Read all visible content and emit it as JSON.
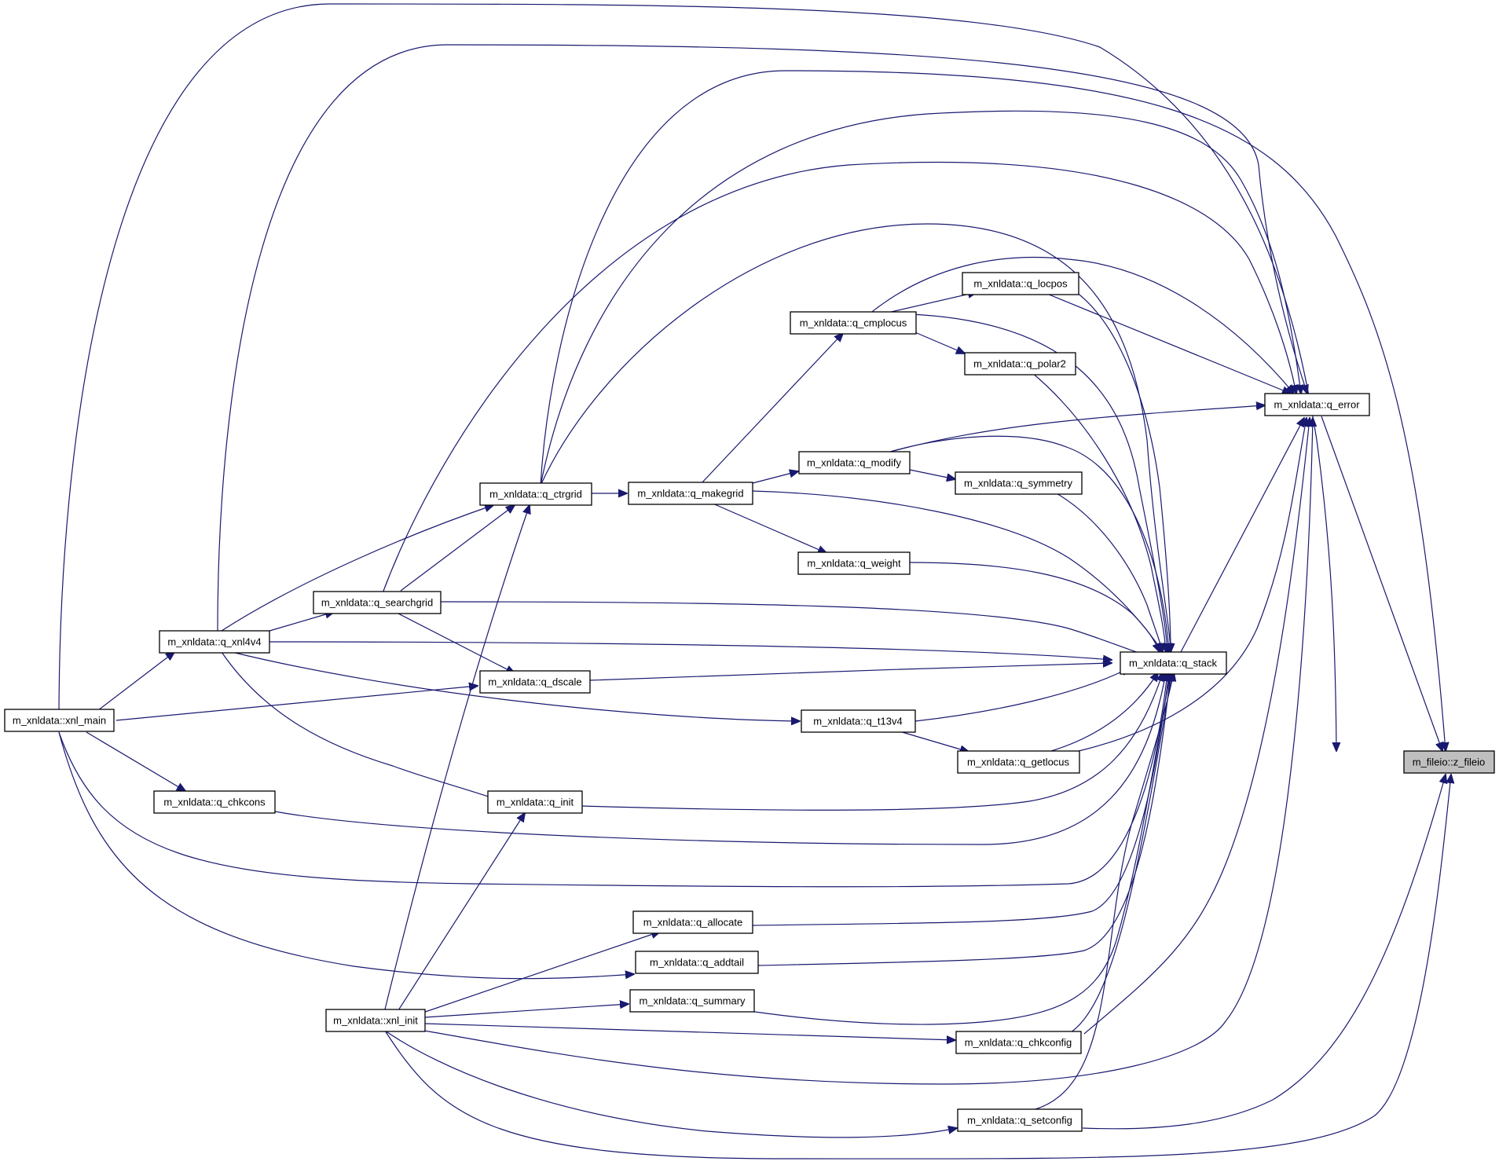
{
  "nodes": [
    {
      "id": "xnl_main",
      "label": "m_xnldata::xnl_main"
    },
    {
      "id": "q_xnl4v4",
      "label": "m_xnldata::q_xnl4v4"
    },
    {
      "id": "q_chkcons",
      "label": "m_xnldata::q_chkcons"
    },
    {
      "id": "q_searchgrid",
      "label": "m_xnldata::q_searchgrid"
    },
    {
      "id": "xnl_init",
      "label": "m_xnldata::xnl_init"
    },
    {
      "id": "q_ctrgrid",
      "label": "m_xnldata::q_ctrgrid"
    },
    {
      "id": "q_dscale",
      "label": "m_xnldata::q_dscale"
    },
    {
      "id": "q_init",
      "label": "m_xnldata::q_init"
    },
    {
      "id": "q_makegrid",
      "label": "m_xnldata::q_makegrid"
    },
    {
      "id": "q_allocate",
      "label": "m_xnldata::q_allocate"
    },
    {
      "id": "q_addtail",
      "label": "m_xnldata::q_addtail"
    },
    {
      "id": "q_summary",
      "label": "m_xnldata::q_summary"
    },
    {
      "id": "q_cmplocus",
      "label": "m_xnldata::q_cmplocus"
    },
    {
      "id": "q_modify",
      "label": "m_xnldata::q_modify"
    },
    {
      "id": "q_weight",
      "label": "m_xnldata::q_weight"
    },
    {
      "id": "q_t13v4",
      "label": "m_xnldata::q_t13v4"
    },
    {
      "id": "q_locpos",
      "label": "m_xnldata::q_locpos"
    },
    {
      "id": "q_polar2",
      "label": "m_xnldata::q_polar2"
    },
    {
      "id": "q_symmetry",
      "label": "m_xnldata::q_symmetry"
    },
    {
      "id": "q_getlocus",
      "label": "m_xnldata::q_getlocus"
    },
    {
      "id": "q_chkconfig",
      "label": "m_xnldata::q_chkconfig"
    },
    {
      "id": "q_setconfig",
      "label": "m_xnldata::q_setconfig"
    },
    {
      "id": "q_stack",
      "label": "m_xnldata::q_stack"
    },
    {
      "id": "q_error",
      "label": "m_xnldata::q_error"
    },
    {
      "id": "z_fileio",
      "label": "m_fileio::z_fileio",
      "selected": true
    }
  ],
  "edges": [
    {
      "from": "xnl_main",
      "to": "z_fileio"
    },
    {
      "from": "xnl_main",
      "to": "q_xnl4v4"
    },
    {
      "from": "xnl_main",
      "to": "q_dscale"
    },
    {
      "from": "xnl_main",
      "to": "q_chkcons"
    },
    {
      "from": "xnl_main",
      "to": "q_stack"
    },
    {
      "from": "xnl_main",
      "to": "q_addtail"
    },
    {
      "from": "q_xnl4v4",
      "to": "q_error"
    },
    {
      "from": "q_xnl4v4",
      "to": "q_ctrgrid"
    },
    {
      "from": "q_xnl4v4",
      "to": "q_searchgrid"
    },
    {
      "from": "q_xnl4v4",
      "to": "q_stack"
    },
    {
      "from": "q_xnl4v4",
      "to": "q_t13v4"
    },
    {
      "from": "q_xnl4v4",
      "to": "q_init"
    },
    {
      "from": "q_searchgrid",
      "to": "q_error"
    },
    {
      "from": "q_searchgrid",
      "to": "q_ctrgrid"
    },
    {
      "from": "q_searchgrid",
      "to": "q_dscale"
    },
    {
      "from": "q_searchgrid",
      "to": "q_stack"
    },
    {
      "from": "q_ctrgrid",
      "to": "z_fileio"
    },
    {
      "from": "q_ctrgrid",
      "to": "q_error"
    },
    {
      "from": "q_ctrgrid",
      "to": "q_stack"
    },
    {
      "from": "q_ctrgrid",
      "to": "q_makegrid"
    },
    {
      "from": "q_dscale",
      "to": "q_stack"
    },
    {
      "from": "q_chkcons",
      "to": "q_stack"
    },
    {
      "from": "q_init",
      "to": "q_stack"
    },
    {
      "from": "xnl_init",
      "to": "q_ctrgrid"
    },
    {
      "from": "xnl_init",
      "to": "q_init"
    },
    {
      "from": "xnl_init",
      "to": "q_allocate"
    },
    {
      "from": "xnl_init",
      "to": "q_summary"
    },
    {
      "from": "xnl_init",
      "to": "q_chkconfig"
    },
    {
      "from": "xnl_init",
      "to": "q_error"
    },
    {
      "from": "xnl_init",
      "to": "q_setconfig"
    },
    {
      "from": "xnl_init",
      "to": "z_fileio"
    },
    {
      "from": "q_makegrid",
      "to": "q_cmplocus"
    },
    {
      "from": "q_makegrid",
      "to": "q_modify"
    },
    {
      "from": "q_makegrid",
      "to": "q_weight"
    },
    {
      "from": "q_makegrid",
      "to": "q_stack"
    },
    {
      "from": "q_cmplocus",
      "to": "q_locpos"
    },
    {
      "from": "q_cmplocus",
      "to": "q_polar2"
    },
    {
      "from": "q_cmplocus",
      "to": "q_error"
    },
    {
      "from": "q_cmplocus",
      "to": "q_stack"
    },
    {
      "from": "q_locpos",
      "to": "q_error"
    },
    {
      "from": "q_locpos",
      "to": "q_stack"
    },
    {
      "from": "q_polar2",
      "to": "q_stack"
    },
    {
      "from": "q_modify",
      "to": "q_symmetry"
    },
    {
      "from": "q_modify",
      "to": "q_error"
    },
    {
      "from": "q_modify",
      "to": "q_stack"
    },
    {
      "from": "q_symmetry",
      "to": "q_stack"
    },
    {
      "from": "q_weight",
      "to": "q_stack"
    },
    {
      "from": "q_t13v4",
      "to": "q_getlocus"
    },
    {
      "from": "q_t13v4",
      "to": "q_stack"
    },
    {
      "from": "q_getlocus",
      "to": "q_error"
    },
    {
      "from": "q_getlocus",
      "to": "q_stack"
    },
    {
      "from": "q_allocate",
      "to": "q_stack"
    },
    {
      "from": "q_addtail",
      "to": "q_stack"
    },
    {
      "from": "q_summary",
      "to": "q_stack"
    },
    {
      "from": "q_chkconfig",
      "to": "q_stack"
    },
    {
      "from": "q_chkconfig",
      "to": "q_error"
    },
    {
      "from": "q_setconfig",
      "to": "q_stack"
    },
    {
      "from": "q_setconfig",
      "to": "z_fileio"
    },
    {
      "from": "q_stack",
      "to": "q_error"
    },
    {
      "from": "q_error",
      "to": "z_fileio"
    }
  ],
  "colors": {
    "edge": "#191970",
    "node_border": "#000000",
    "node_fill": "#ffffff",
    "selected_fill": "#bfbfbf"
  }
}
